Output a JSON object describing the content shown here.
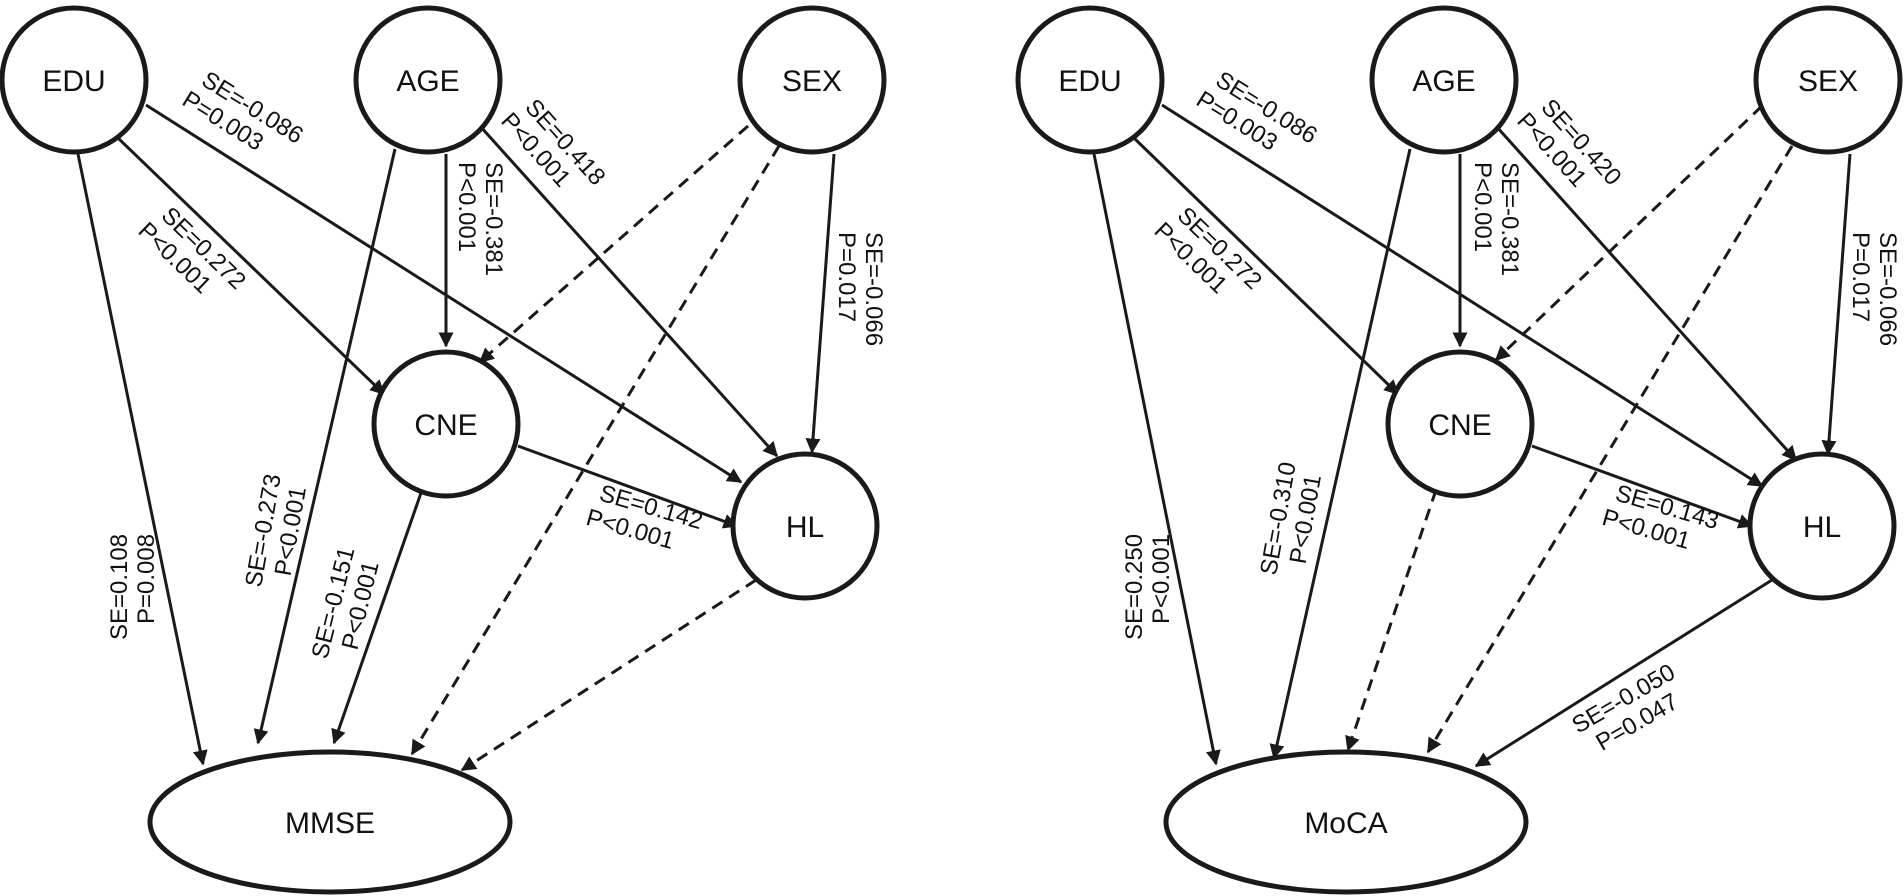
{
  "colors": {
    "stroke": "#1a1a1a",
    "text": "#111111",
    "background": "#ffffff"
  },
  "diagrams": [
    {
      "id": "mmse",
      "nodes": {
        "edu": "EDU",
        "age": "AGE",
        "sex": "SEX",
        "cne": "CNE",
        "hl": "HL",
        "outcome": "MMSE"
      },
      "edges": [
        {
          "from": "EDU",
          "to": "CNE",
          "style": "solid",
          "se": "SE=0.272",
          "p": "P<0.001"
        },
        {
          "from": "EDU",
          "to": "HL",
          "style": "solid",
          "se": "SE=-0.086",
          "p": "P=0.003"
        },
        {
          "from": "EDU",
          "to": "MMSE",
          "style": "solid",
          "se": "SE=0.108",
          "p": "P=0.008"
        },
        {
          "from": "AGE",
          "to": "CNE",
          "style": "solid",
          "se": "SE=-0.381",
          "p": "P<0.001"
        },
        {
          "from": "AGE",
          "to": "HL",
          "style": "solid",
          "se": "SE=0.418",
          "p": "P<0.001"
        },
        {
          "from": "AGE",
          "to": "MMSE",
          "style": "solid",
          "se": "SE=-0.273",
          "p": "P<0.001"
        },
        {
          "from": "SEX",
          "to": "HL",
          "style": "solid",
          "se": "SE=-0.066",
          "p": "P=0.017"
        },
        {
          "from": "CNE",
          "to": "HL",
          "style": "solid",
          "se": "SE=0.142",
          "p": "P<0.001"
        },
        {
          "from": "CNE",
          "to": "MMSE",
          "style": "solid",
          "se": "SE=-0.151",
          "p": "P<0.001"
        },
        {
          "from": "SEX",
          "to": "CNE",
          "style": "dashed"
        },
        {
          "from": "SEX",
          "to": "MMSE",
          "style": "dashed"
        },
        {
          "from": "HL",
          "to": "MMSE",
          "style": "dashed"
        }
      ]
    },
    {
      "id": "moca",
      "nodes": {
        "edu": "EDU",
        "age": "AGE",
        "sex": "SEX",
        "cne": "CNE",
        "hl": "HL",
        "outcome": "MoCA"
      },
      "edges": [
        {
          "from": "EDU",
          "to": "CNE",
          "style": "solid",
          "se": "SE=0.272",
          "p": "P<0.001"
        },
        {
          "from": "EDU",
          "to": "HL",
          "style": "solid",
          "se": "SE=-0.086",
          "p": "P=0.003"
        },
        {
          "from": "EDU",
          "to": "MoCA",
          "style": "solid",
          "se": "SE=0.250",
          "p": "P<0.001"
        },
        {
          "from": "AGE",
          "to": "CNE",
          "style": "solid",
          "se": "SE=-0.381",
          "p": "P<0.001"
        },
        {
          "from": "AGE",
          "to": "HL",
          "style": "solid",
          "se": "SE=0.420",
          "p": "P<0.001"
        },
        {
          "from": "AGE",
          "to": "MoCA",
          "style": "solid",
          "se": "SE=-0.310",
          "p": "P<0.001"
        },
        {
          "from": "SEX",
          "to": "HL",
          "style": "solid",
          "se": "SE=-0.066",
          "p": "P=0.017"
        },
        {
          "from": "CNE",
          "to": "HL",
          "style": "solid",
          "se": "SE=0.143",
          "p": "P<0.001"
        },
        {
          "from": "HL",
          "to": "MoCA",
          "style": "solid",
          "se": "SE=-0.050",
          "p": "P=0.047"
        },
        {
          "from": "SEX",
          "to": "CNE",
          "style": "dashed"
        },
        {
          "from": "SEX",
          "to": "MoCA",
          "style": "dashed"
        },
        {
          "from": "CNE",
          "to": "MoCA",
          "style": "dashed"
        }
      ]
    }
  ]
}
